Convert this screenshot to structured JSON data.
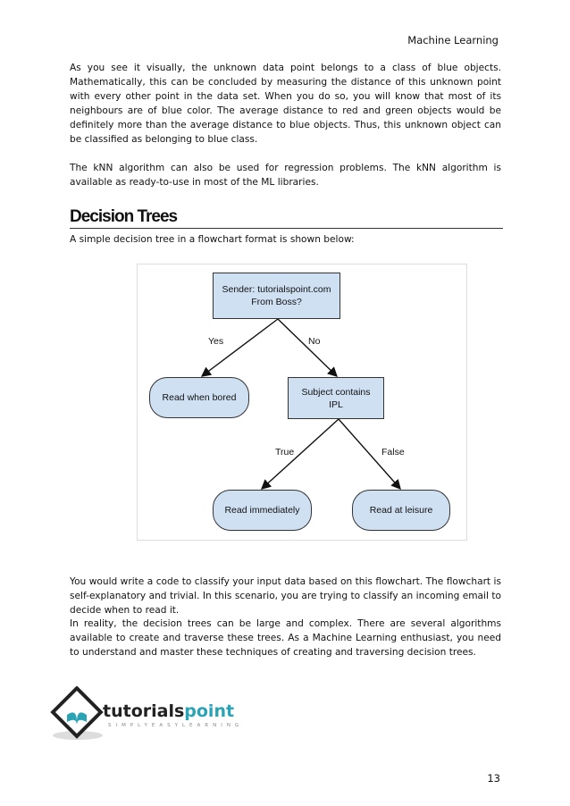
{
  "header": {
    "title": "Machine Learning"
  },
  "paragraphs": [
    "As you see it visually, the unknown data point belongs to a class of blue objects. Mathematically, this can be concluded by measuring the distance of this unknown point with every other point in the data set. When you do so, you will know that most of its neighbours are of blue color. The average distance to red and green objects would be definitely more than the average distance to blue objects. Thus, this unknown object can be classified as belonging to blue class.",
    "The kNN algorithm can also be used for regression problems. The kNN algorithm is available as ready-to-use in most of the ML libraries.",
    "A simple decision tree in a flowchart format is shown below:",
    "You would write a code to classify your input data based on this flowchart. The flowchart is self-explanatory and trivial. In this scenario, you are trying to classify an incoming email to decide when to read it.",
    "In reality, the decision trees can be large and complex. There are several algorithms available to create and traverse these trees. As a Machine Learning enthusiast, you need to understand and master these techniques of creating and traversing decision trees."
  ],
  "section": {
    "title": "Decision Trees"
  },
  "diagram": {
    "root": "Sender: tutorialspoint.com\nFrom Boss?",
    "yes_label": "Yes",
    "no_label": "No",
    "left_leaf": "Read when bored",
    "mid": "Subject contains\nIPL",
    "true_label": "True",
    "false_label": "False",
    "leaf_true": "Read immediately",
    "leaf_false": "Read at leisure",
    "fill": "#cfe0f3"
  },
  "footer": {
    "logo_text": "tutorialspoint",
    "logo_tagline": "SIMPLYEASYLEARNING",
    "page_number": "13"
  }
}
